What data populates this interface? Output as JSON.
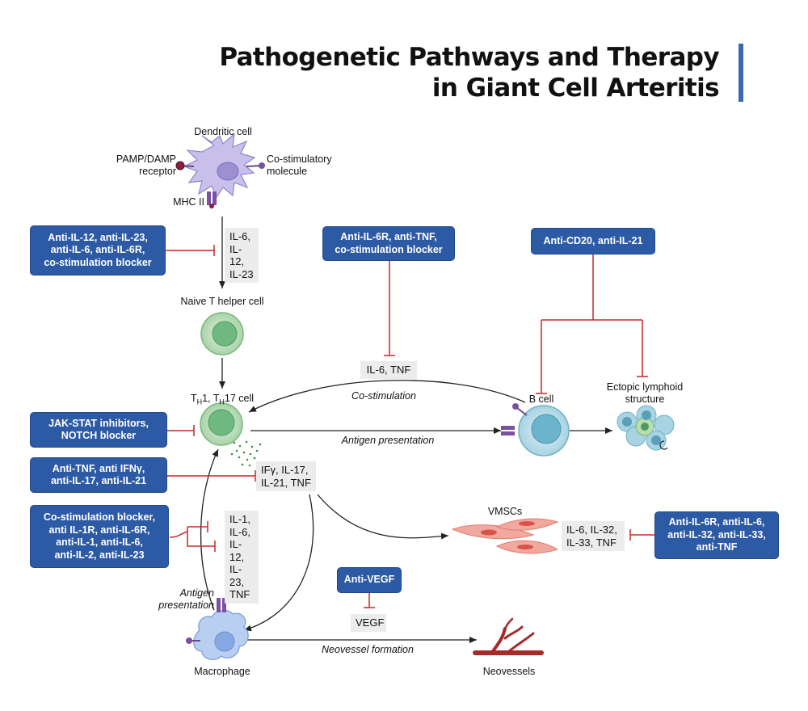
{
  "title": {
    "line1": "Pathogenetic Pathways and Therapy",
    "line2": "in Giant Cell Arteritis"
  },
  "colors": {
    "accent_bar": "#3a68b3",
    "drug_box": "#2d5aa5",
    "inhibition_line": "#c62828",
    "molecule_box": "#ececec"
  },
  "cells": {
    "dendritic": {
      "label": "Dendritic cell",
      "pamp_line1": "PAMP/DAMP",
      "pamp_line2": "receptor",
      "costim_line1": "Co-stimulatory",
      "costim_line2": "molecule",
      "mhc": "MHC II"
    },
    "naive": "Naive T helper cell",
    "th": {
      "t1": "T",
      "s1": "H",
      "mid": "1, T",
      "s2": "H",
      "end": "17 cell"
    },
    "bcell": "B cell",
    "ectopic_line1": "Ectopic lymphoid",
    "ectopic_line2": "structure",
    "vmsc": "VMSCs",
    "macrophage": "Macrophage",
    "neovessels": "Neovessels"
  },
  "drugs": {
    "il12": [
      "Anti-IL-12, anti-IL-23,",
      "anti-IL-6, anti-IL-6R,",
      "co-stimulation blocker"
    ],
    "il6r_tnf": [
      "Anti-IL-6R, anti-TNF,",
      "co-stimulation blocker"
    ],
    "cd20": [
      "Anti-CD20, anti-IL-21"
    ],
    "jak": [
      "JAK-STAT inhibitors,",
      "NOTCH blocker"
    ],
    "tnf_ifn": [
      "Anti-TNF, anti IFNγ,",
      "anti-IL-17, anti-IL-21"
    ],
    "costim": [
      "Co-stimulation blocker,",
      "anti IL-1R, anti-IL-6R,",
      "anti-IL-1, anti-IL-6,",
      "anti-IL-2, anti-IL-23"
    ],
    "vmsc": [
      "Anti-IL-6R, anti-IL-6,",
      "anti-IL-32, anti-IL-33,",
      "anti-TNF"
    ],
    "vegf": [
      "Anti-VEGF"
    ]
  },
  "molecules": {
    "dc_th": [
      "IL-6,",
      "IL-12,",
      "IL-23"
    ],
    "il6tnf": [
      "IL-6, TNF"
    ],
    "th_out": [
      "IFγ, IL-17,",
      "IL-21, TNF"
    ],
    "mac": [
      "IL-1,",
      "IL-6,",
      "IL-12,",
      "IL-23,",
      "TNF"
    ],
    "vmsc": [
      "IL-6, IL-32,",
      "IL-33, TNF"
    ],
    "vegf": [
      "VEGF"
    ]
  },
  "arrows": {
    "costim": "Co-stimulation",
    "antigen": "Antigen presentation",
    "mac_antigen_line1": "Antigen",
    "mac_antigen_line2": "presentation",
    "neovessel": "Neovessel formation"
  }
}
